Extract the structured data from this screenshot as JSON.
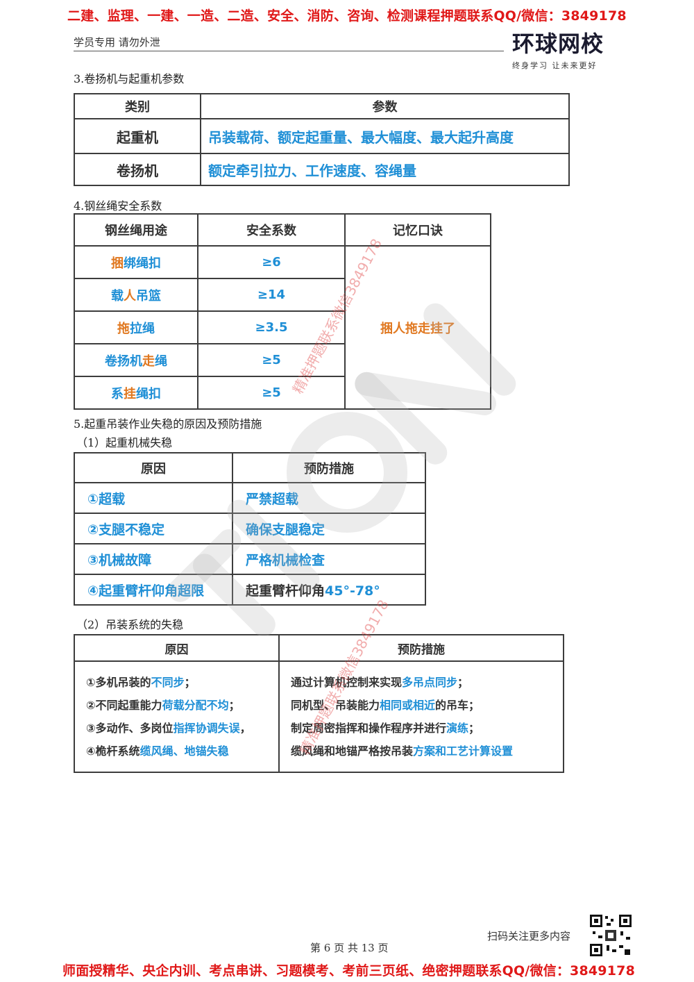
{
  "banner_top": "二建、监理、一建、一造、二造、安全、消防、咨询、检测课程押题联系QQ/微信：3849178",
  "header": {
    "left_text": "学员专用 请勿外泄",
    "logo_text": "环球网校",
    "logo_slogan": "终身学习  让未来更好"
  },
  "section3": {
    "title": "3.卷扬机与起重机参数",
    "headers": [
      "类别",
      "参数"
    ],
    "rows": [
      {
        "name": "起重机",
        "param": "吊装载荷、额定起重量、最大幅度、最大起升高度"
      },
      {
        "name": "卷扬机",
        "param": "额定牵引拉力、工作速度、容绳量"
      }
    ]
  },
  "section4": {
    "title": "4.钢丝绳安全系数",
    "headers": [
      "钢丝绳用途",
      "安全系数",
      "记忆口诀"
    ],
    "rows": [
      {
        "use_a": "捆",
        "use_b": "绑绳扣",
        "factor": "≥6"
      },
      {
        "use_a": "载",
        "use_b": "人",
        "use_c": "吊篮",
        "factor": "≥14"
      },
      {
        "use_a": "拖",
        "use_b": "拉绳",
        "factor": "≥3.5"
      },
      {
        "use_a": "卷扬机",
        "use_b": "走",
        "use_c": "绳",
        "factor": "≥5"
      },
      {
        "use_a": "系",
        "use_b": "挂",
        "use_c": "绳扣",
        "factor": "≥5"
      }
    ],
    "mnemonic": "捆人拖走挂了"
  },
  "section5": {
    "title": "5.起重吊装作业失稳的原因及预防措施",
    "sub1": {
      "title": "（1）起重机械失稳",
      "headers": [
        "原因",
        "预防措施"
      ],
      "rows": [
        {
          "cause": "①超载",
          "measure": "严禁超载"
        },
        {
          "cause": "②支腿不稳定",
          "measure": "确保支腿稳定"
        },
        {
          "cause": "③机械故障",
          "measure": "严格机械检查"
        },
        {
          "cause": "④起重臂杆仰角超限",
          "measure_a": "起重臂杆仰角",
          "measure_b": "45°-78°"
        }
      ]
    },
    "sub2": {
      "title": "（2）吊装系统的失稳",
      "headers": [
        "原因",
        "预防措施"
      ],
      "causes": [
        {
          "a": "①多机吊装的",
          "b": "不同步",
          "c": "；"
        },
        {
          "a": "②不同起重能力",
          "b": "荷载分配不均",
          "c": "；"
        },
        {
          "a": "③多动作、多岗位",
          "b": "指挥协调失误",
          "c": "，"
        },
        {
          "a": "④桅杆系统",
          "b": "缆风绳、地锚失稳",
          "c": ""
        }
      ],
      "measures": [
        {
          "a": "通过计算机控制来实现",
          "b": "多吊点同步",
          "c": "；"
        },
        {
          "a": "同机型、吊装能力",
          "b": "相同或相近",
          "c": "的吊车；"
        },
        {
          "a": "制定周密指挥和操作程序并进行",
          "b": "演练",
          "c": "；"
        },
        {
          "a": "缆风绳和地锚严格按吊装",
          "b": "方案和工艺计算设置",
          "c": ""
        }
      ]
    }
  },
  "watermark_text": "精准押题联系微信3849178",
  "footer": {
    "qr_caption": "扫码关注更多内容",
    "page": "第 6 页 共 13 页",
    "banner_bottom": "师面授精华、央企内训、考点串讲、习题模考、考前三页纸、绝密押题联系QQ/微信：3849178"
  },
  "colors": {
    "banner": "#e01818",
    "blue": "#1f8fd6",
    "orange": "#e07820"
  }
}
